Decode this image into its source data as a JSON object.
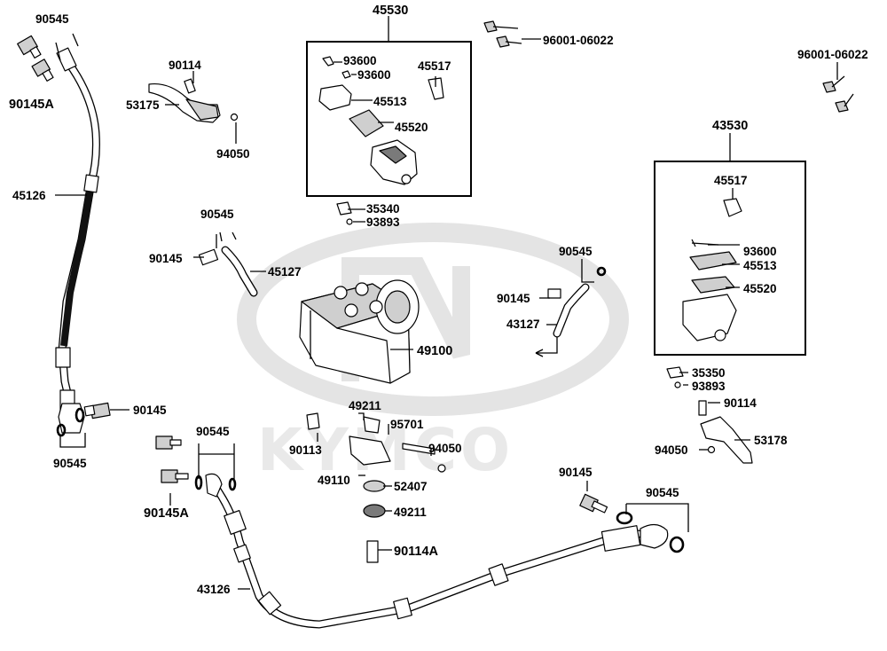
{
  "watermark": {
    "brand": "KYMCO"
  },
  "colors": {
    "ink": "#000000",
    "watermark": "#e4e4e4",
    "part_gray": "#cfcfcf"
  },
  "groups": {
    "front_reservoir_assy": "45530",
    "rear_reservoir_assy": "43530"
  },
  "labels": {
    "hose_front_joint_washers": "90545",
    "front_bolt_top": "90145A",
    "front_lever_pin": "90114",
    "front_lever": "53175",
    "front_lever_nut": "94050",
    "front_hose_long": "45126",
    "front_res_screw": "93600",
    "front_res_screw_b": "93600",
    "front_res_clamp": "45517",
    "front_res_cap": "45513",
    "front_res_diaphragm": "45520",
    "front_bolt_a": "96001-06022",
    "front_bolt_b": "96001-06022",
    "front_switch": "35340",
    "front_switch_screw": "93893",
    "mid_washers": "90545",
    "mid_bolt": "90145",
    "mid_hose": "45127",
    "right_washers": "90545",
    "right_bolt": "90145",
    "right_hose": "43127",
    "abs_unit": "49100",
    "rear_res_clamp": "45517",
    "rear_res_screw": "93600",
    "rear_res_cap": "45513",
    "rear_res_diaphragm": "45520",
    "rear_switch": "35350",
    "rear_switch_screw": "93893",
    "rear_lever_pin": "90114",
    "rear_lever_nut": "94050",
    "rear_lever": "53178",
    "left_bolt": "90145",
    "left_washers": "90545",
    "bracket_damper_top": "49211",
    "bracket_nut_top": "90113",
    "bracket_bolt": "95701",
    "bracket_nut": "94050",
    "abs_bracket": "49110",
    "bracket_collar": "52407",
    "bracket_damper": "49211",
    "bracket_pin": "90114A",
    "lower_washers": "90545",
    "lower_bolt": "90145A",
    "lower_hose": "43126",
    "bottom_bolt": "90145",
    "bottom_washers": "90545"
  }
}
